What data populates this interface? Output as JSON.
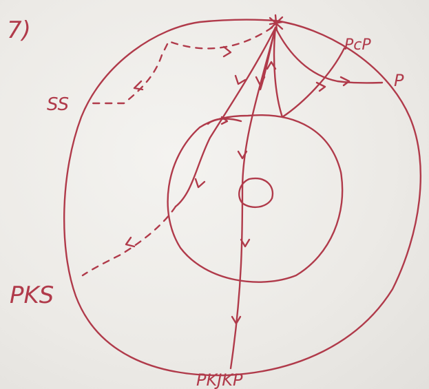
{
  "problem_number": "7)",
  "labels": {
    "shadow_zone_s": "SS",
    "pkp_ray": "PcP",
    "p_ray": "P",
    "pks": "PKS",
    "pkikp": "PKJKP"
  },
  "ink_color": "#b03a4a"
}
